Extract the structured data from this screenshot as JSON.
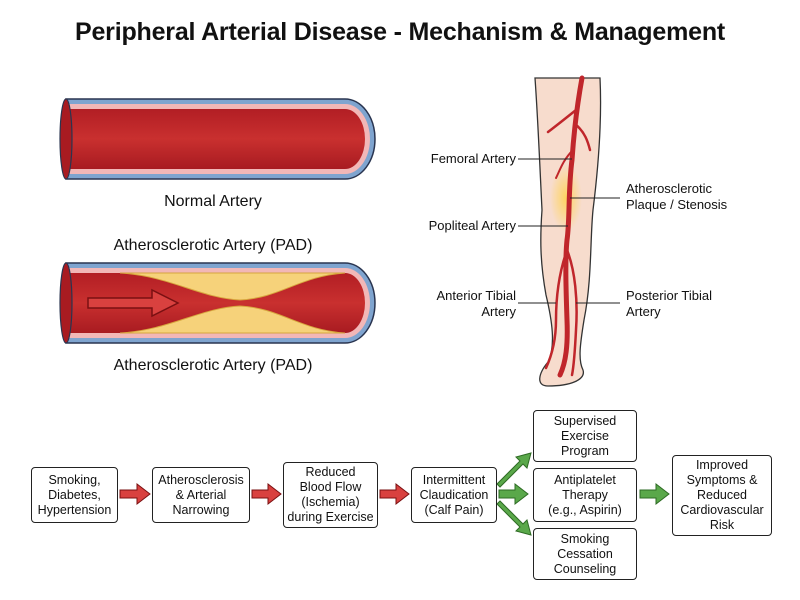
{
  "title": "Peripheral Arterial Disease - Mechanism & Management",
  "arteries": {
    "normal_caption": "Normal Artery",
    "pad_heading": "Atherosclerotic Artery (PAD)",
    "pad_caption": "Atherosclerotic Artery (PAD)"
  },
  "leg_labels": {
    "femoral": "Femoral Artery",
    "popliteal": "Popliteal Artery",
    "anterior_tibial": "Anterior Tibial\nArtery",
    "plaque": "Atherosclerotic\nPlaque / Stenosis",
    "posterior_tibial": "Posterior Tibial\nArtery"
  },
  "flow": {
    "risk": "Smoking,\nDiabetes,\nHypertension",
    "atherosclerosis": "Atherosclerosis\n& Arterial\nNarrowing",
    "reduced_flow": "Reduced\nBlood Flow\n(Ischemia)\nduring Exercise",
    "claudication": "Intermittent\nClaudication\n(Calf Pain)",
    "exercise": "Supervised\nExercise\nProgram",
    "antiplatelet": "Antiplatelet\nTherapy\n(e.g., Aspirin)",
    "smoking_cessation": "Smoking\nCessation\nCounseling",
    "outcome": "Improved\nSymptoms &\nReduced\nCardiovascular\nRisk"
  },
  "colors": {
    "artery_red": "#c0262b",
    "wall_pink": "#f2b7b7",
    "wall_blue": "#7fa4cf",
    "plaque_yellow": "#f6d27a",
    "arrow_red": "#d9413f",
    "arrow_green": "#5aa84a",
    "skin": "#f7dccd"
  }
}
